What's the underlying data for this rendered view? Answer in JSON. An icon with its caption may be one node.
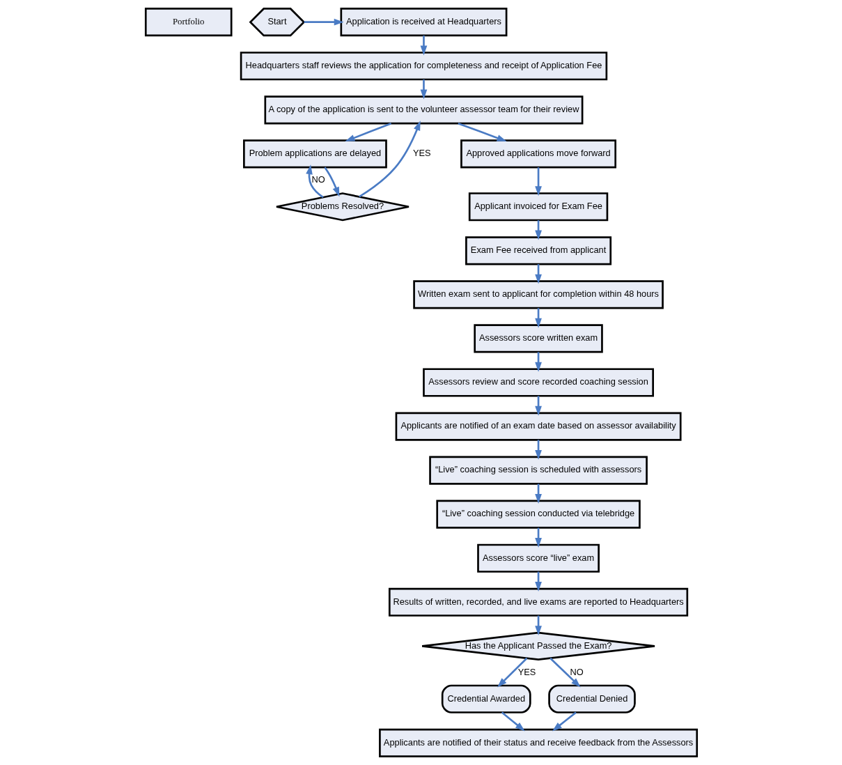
{
  "diagram": {
    "nodes": [
      {
        "text": [
          "Portfolio"
        ]
      },
      {
        "text": [
          "Start"
        ]
      },
      {
        "text": [
          "Application is received at Headquarters"
        ]
      },
      {
        "text": [
          "Headquarters staff reviews the application for completeness and receipt of Application Fee"
        ]
      },
      {
        "text": [
          "A copy of the application is sent to the volunteer assessor team for their review"
        ]
      },
      {
        "text": [
          "Problem applications are delayed"
        ]
      },
      {
        "text": [
          "Approved applications move forward"
        ]
      },
      {
        "text": [
          "Problems Resolved?"
        ]
      },
      {
        "text": [
          "Applicant invoiced for Exam Fee"
        ]
      },
      {
        "text": [
          "Exam Fee received from applicant"
        ]
      },
      {
        "text": [
          "Written exam sent to applicant for completion within 48 hours"
        ]
      },
      {
        "text": [
          "Assessors score written exam"
        ]
      },
      {
        "text": [
          "Assessors review and score recorded coaching session"
        ]
      },
      {
        "text": [
          "Applicants are notified of an exam date based on assessor availability"
        ]
      },
      {
        "text": [
          "“Live” coaching session is scheduled with assessors"
        ]
      },
      {
        "text": [
          "“Live” coaching session conducted via telebridge"
        ]
      },
      {
        "text": [
          "Assessors score “live” exam"
        ]
      },
      {
        "text": [
          "Results of written, recorded, and live exams are reported to Headquarters"
        ]
      },
      {
        "text": [
          "Has the Applicant Passed the Exam?"
        ]
      },
      {
        "text": [
          "Credential Awarded"
        ]
      },
      {
        "text": [
          "Credential Denied"
        ]
      },
      {
        "text": [
          "Applicants are notified of their status and receive feedback from the Assessors"
        ]
      }
    ],
    "edges": [
      {
        "from": 1,
        "to": 2,
        "arrow": "to"
      },
      {
        "from": 2,
        "to": 3,
        "arrow": "to"
      },
      {
        "from": 3,
        "to": 4,
        "arrow": "to"
      },
      {
        "from": 4,
        "to": 5,
        "arrow": "to"
      },
      {
        "from": 4,
        "to": 6,
        "arrow": "to"
      },
      {
        "from": 5,
        "to": 7,
        "arrow": "to"
      },
      {
        "from": 7,
        "to": 4,
        "arrow": "to",
        "label": "YES"
      },
      {
        "from": 7,
        "to": 5,
        "arrow": "to",
        "label": "NO"
      },
      {
        "from": 6,
        "to": 8,
        "arrow": "to"
      },
      {
        "from": 8,
        "to": 9,
        "arrow": "to"
      },
      {
        "from": 9,
        "to": 10,
        "arrow": "to"
      },
      {
        "from": 10,
        "to": 11,
        "arrow": "to"
      },
      {
        "from": 11,
        "to": 12,
        "arrow": "to"
      },
      {
        "from": 12,
        "to": 13,
        "arrow": "to"
      },
      {
        "from": 13,
        "to": 14,
        "arrow": "to"
      },
      {
        "from": 14,
        "to": 15,
        "arrow": "to"
      },
      {
        "from": 15,
        "to": 16,
        "arrow": "to"
      },
      {
        "from": 16,
        "to": 17,
        "arrow": "to"
      },
      {
        "from": 17,
        "to": 18,
        "arrow": "to"
      },
      {
        "from": 18,
        "to": 19,
        "arrow": "to",
        "label": "YES"
      },
      {
        "from": 18,
        "to": 20,
        "arrow": "to",
        "label": "NO"
      },
      {
        "from": 19,
        "to": 21,
        "arrow": "to"
      },
      {
        "from": 20,
        "to": 21,
        "arrow": "to"
      }
    ]
  }
}
